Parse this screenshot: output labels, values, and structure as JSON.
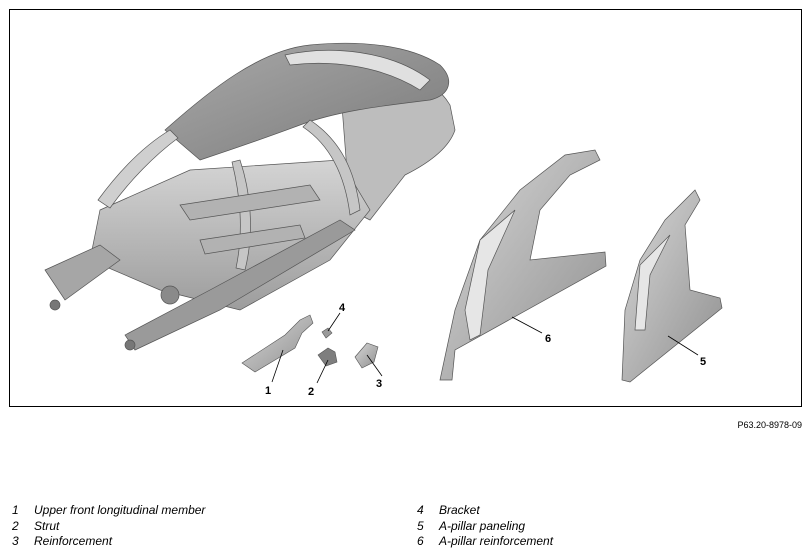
{
  "figure_ref": "P63.20-8978-09",
  "callouts": [
    {
      "num": "1"
    },
    {
      "num": "2"
    },
    {
      "num": "3"
    },
    {
      "num": "4"
    },
    {
      "num": "5"
    },
    {
      "num": "6"
    }
  ],
  "legend": [
    {
      "num": "1",
      "label": "Upper front longitudinal member"
    },
    {
      "num": "2",
      "label": "Strut"
    },
    {
      "num": "3",
      "label": "Reinforcement"
    },
    {
      "num": "4",
      "label": "Bracket"
    },
    {
      "num": "5",
      "label": "A-pillar paneling"
    },
    {
      "num": "6",
      "label": "A-pillar reinforcement"
    }
  ]
}
